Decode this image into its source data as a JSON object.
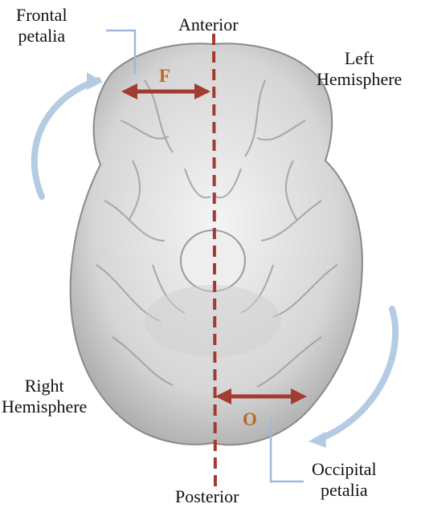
{
  "labels": {
    "frontal_petalia": [
      "Frontal",
      "petalia"
    ],
    "anterior": "Anterior",
    "left_hemisphere": [
      "Left",
      "Hemisphere"
    ],
    "right_hemisphere": [
      "Right",
      "Hemisphere"
    ],
    "posterior": "Posterior",
    "occipital_petalia": [
      "Occipital",
      "petalia"
    ],
    "frontal_marker": "F",
    "occipital_marker": "O"
  },
  "colors": {
    "midline": "#a23b32",
    "arrow": "#a23b32",
    "marker_text": "#b96a1c",
    "curved_arrow": "#b4cbe4",
    "leader_line": "#9fb9d8",
    "brain_fill": "#d9d9d9",
    "brain_shadow": "#8a8a8a"
  }
}
